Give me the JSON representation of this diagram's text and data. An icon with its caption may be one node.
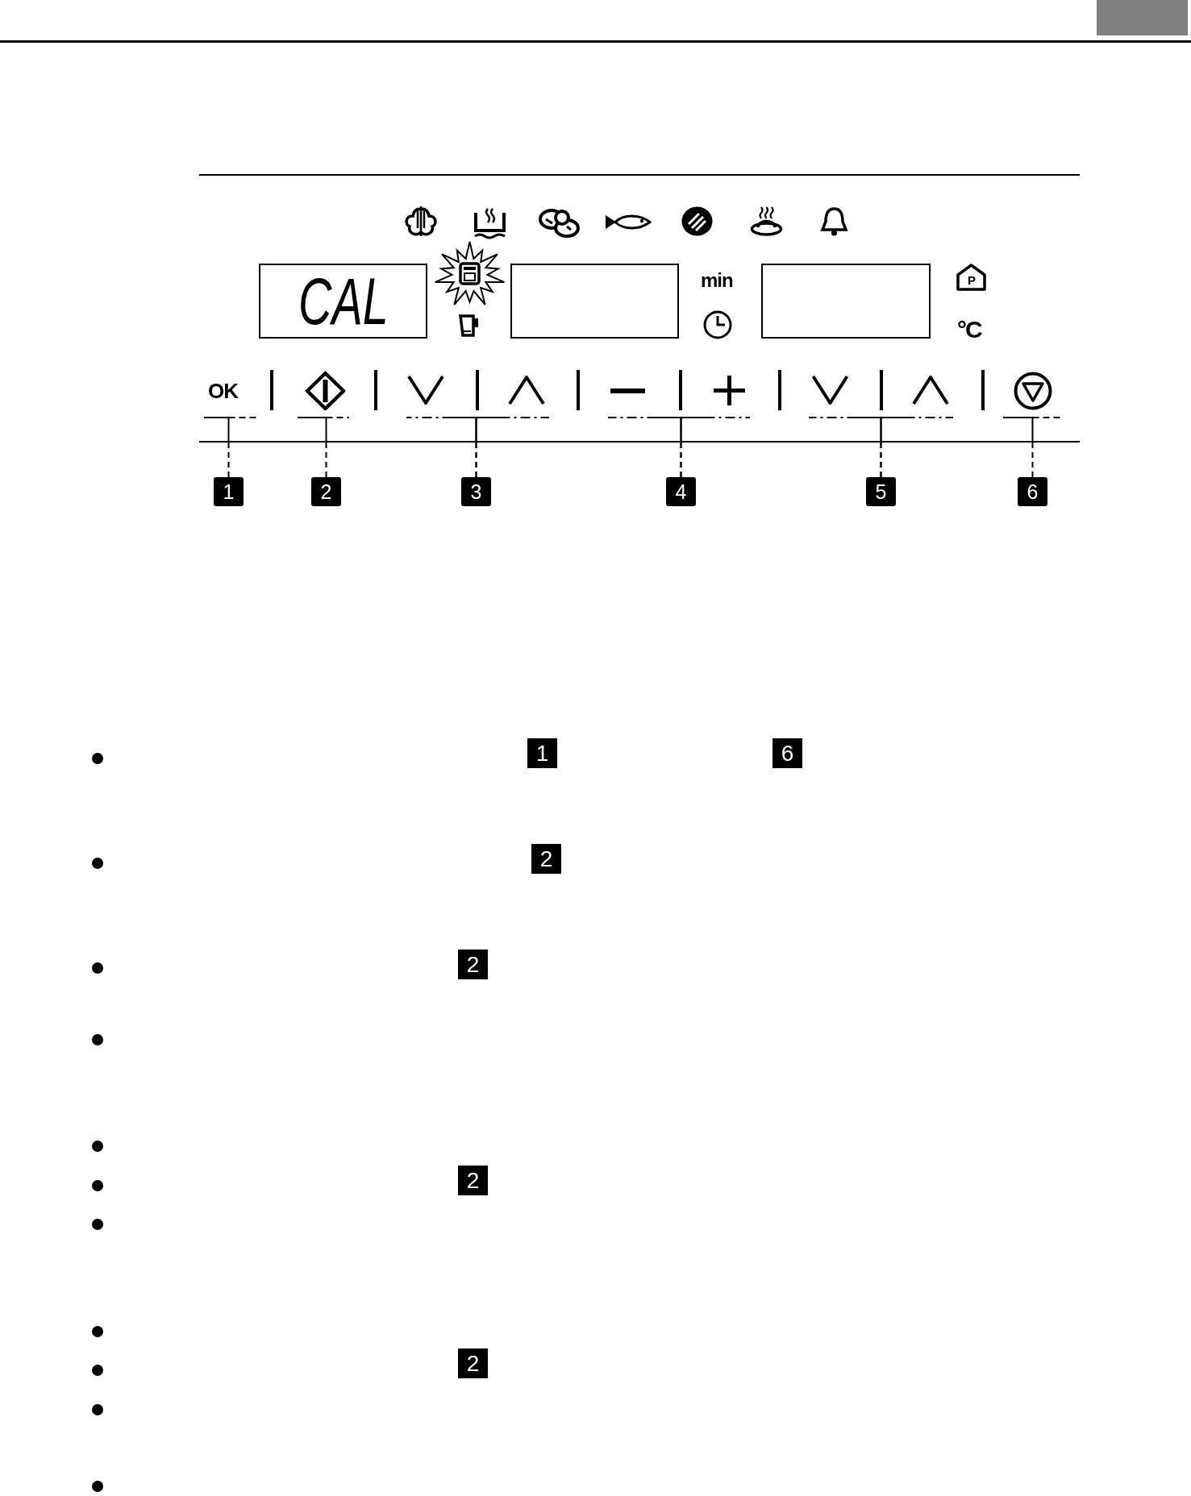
{
  "diagram": {
    "nodes": [
      {
        "text": [
          "CAL"
        ]
      },
      {
        "text": [],
        "shape": "box"
      },
      {
        "text": [],
        "shape": "box"
      },
      {
        "text": [
          "OK"
        ]
      },
      {
        "text": [],
        "shape": "diamond"
      },
      {
        "text": [],
        "shape": "chevron"
      },
      {
        "text": [],
        "shape": "chevron"
      },
      {
        "text": [],
        "shape": "minus"
      },
      {
        "text": [],
        "shape": "plus"
      },
      {
        "text": [],
        "shape": "chevron"
      },
      {
        "text": [],
        "shape": "chevron"
      },
      {
        "text": [],
        "shape": "circle"
      },
      {
        "text": [
          "1"
        ]
      },
      {
        "text": [
          "2"
        ]
      },
      {
        "text": [
          "3"
        ]
      },
      {
        "text": [
          "4"
        ]
      },
      {
        "text": [
          "5"
        ]
      },
      {
        "text": [
          "6"
        ]
      },
      {
        "text": [
          "1"
        ]
      },
      {
        "text": [
          "6"
        ]
      },
      {
        "text": [
          "2"
        ]
      },
      {
        "text": [
          "2"
        ]
      },
      {
        "text": [
          "2"
        ]
      },
      {
        "text": [
          "2"
        ]
      }
    ],
    "edges": [
      {
        "from": 12,
        "to": 3,
        "arrow": "none",
        "style": "dashed"
      },
      {
        "from": 13,
        "to": 4,
        "arrow": "none",
        "style": "dashed"
      },
      {
        "from": 14,
        "to": 5,
        "arrow": "none",
        "style": "dashed"
      },
      {
        "from": 14,
        "to": 6,
        "arrow": "none",
        "style": "dashed"
      },
      {
        "from": 15,
        "to": 7,
        "arrow": "none",
        "style": "dashed"
      },
      {
        "from": 15,
        "to": 8,
        "arrow": "none",
        "style": "dashed"
      },
      {
        "from": 16,
        "to": 9,
        "arrow": "none",
        "style": "dashed"
      },
      {
        "from": 16,
        "to": 10,
        "arrow": "none",
        "style": "dashed"
      },
      {
        "from": 17,
        "to": 11,
        "arrow": "none",
        "style": "dashed"
      }
    ],
    "labels": [
      "min",
      "P",
      "°C"
    ]
  }
}
